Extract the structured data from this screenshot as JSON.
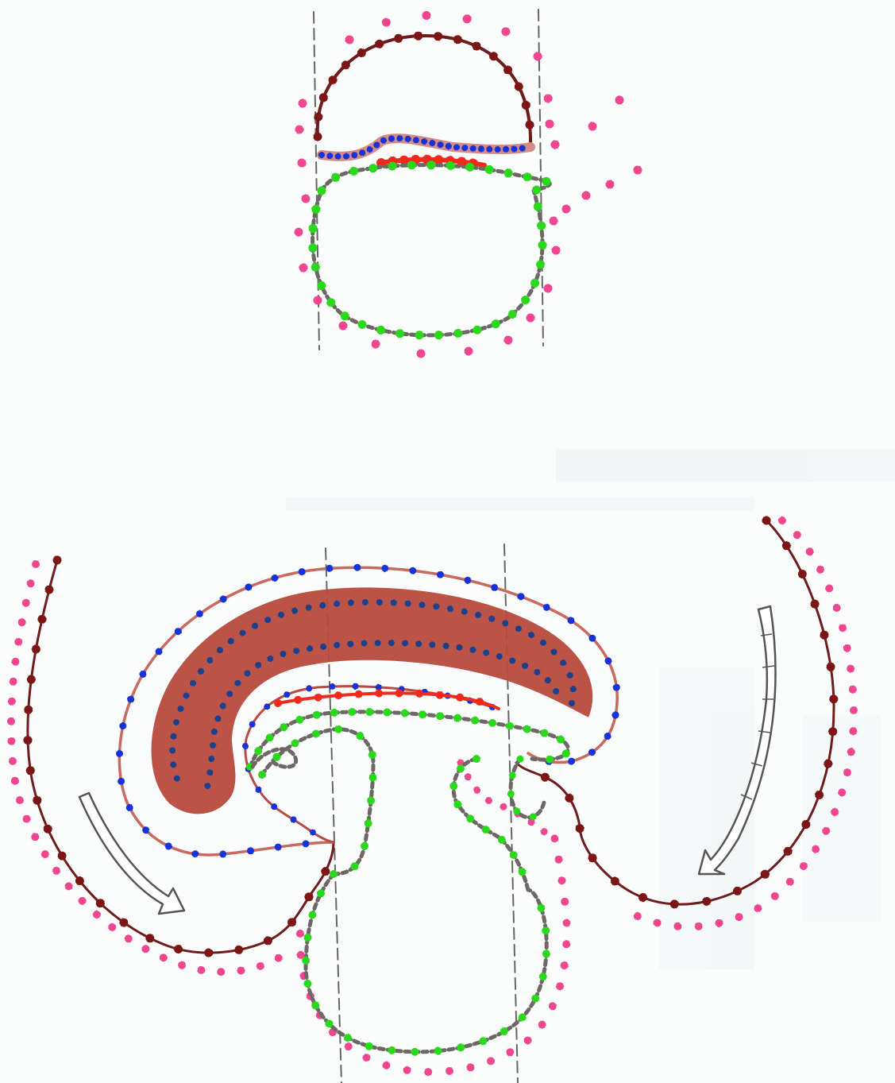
{
  "colors": {
    "background": "#fbfcfc",
    "ectoderm": "#f0448f",
    "amnion_line": "#6e1c1c",
    "amnion_dots": "#7b1512",
    "endoderm": "#2ad81e",
    "endoderm_line": "#6d6865",
    "mesoderm": "#1830d8",
    "mesoderm_band": "#b84a3e",
    "notochord": "#ef2b1c",
    "guide_line": "#666666",
    "arrow_outline": "#555555"
  },
  "icons": {
    "left_arrow": "curved-arrow-icon",
    "right_arrow": "curved-arrow-icon"
  },
  "panels": [
    {
      "name": "upper-diagram",
      "layers": [
        "amnion",
        "mesoderm",
        "notochord",
        "endoderm",
        "ectoderm-dots"
      ]
    },
    {
      "name": "lower-diagram",
      "layers": [
        "amnion",
        "mesoderm",
        "notochord",
        "endoderm",
        "ectoderm-dots"
      ]
    }
  ]
}
